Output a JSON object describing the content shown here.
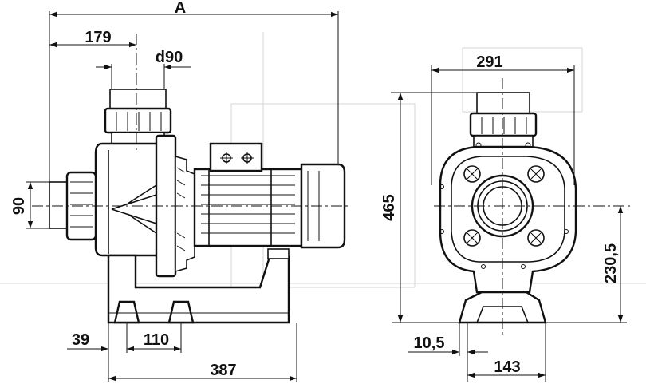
{
  "dimensions": {
    "overall_length": "A",
    "inlet_offset": "179",
    "outlet_diameter": "d90",
    "inlet_height": "90",
    "foot_offset": "39",
    "foot_spacing": "110",
    "base_length": "387",
    "front_width": "291",
    "total_height": "465",
    "axis_height": "230,5",
    "foot_offset_front": "10,5",
    "foot_width_front": "143"
  }
}
